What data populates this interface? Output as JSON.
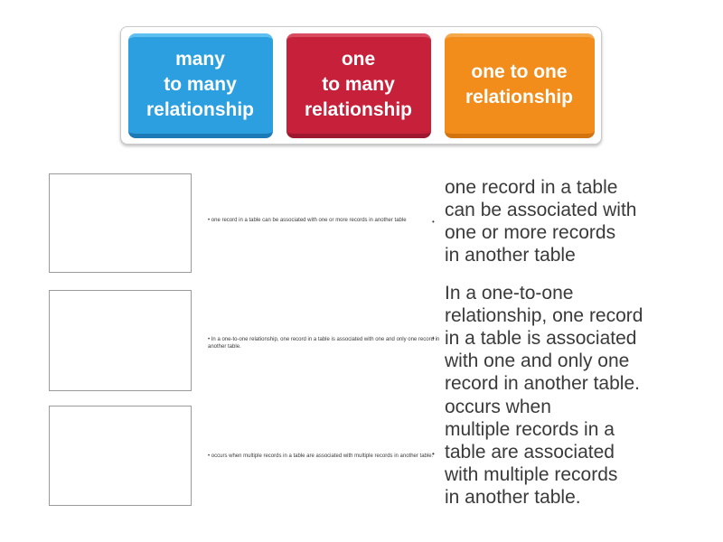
{
  "activity": {
    "bullet": "•",
    "keyword_cards": [
      {
        "label": "many\nto many\nrelationship",
        "color": "#2b9fe0"
      },
      {
        "label": "one\nto many\nrelationship",
        "color": "#c6203a"
      },
      {
        "label": "one to one\nrelationship",
        "color": "#f28c1b"
      }
    ],
    "rows": [
      {
        "mini_text": "• one record in a table can be associated with one or more records in another table",
        "definition": "one record in a table\ncan be associated with\none or more records\nin another table"
      },
      {
        "mini_text": "• In a one-to-one relationship, one record in a table is associated with one and only one record in another table.",
        "definition": "In a one-to-one\nrelationship, one record\nin a table is associated\nwith one and only one\nrecord in another table."
      },
      {
        "mini_text": "• occurs when multiple records in a table are associated with multiple records in another table.",
        "definition": "occurs when\nmultiple records in a\ntable are associated\nwith multiple records\nin another table."
      }
    ]
  }
}
